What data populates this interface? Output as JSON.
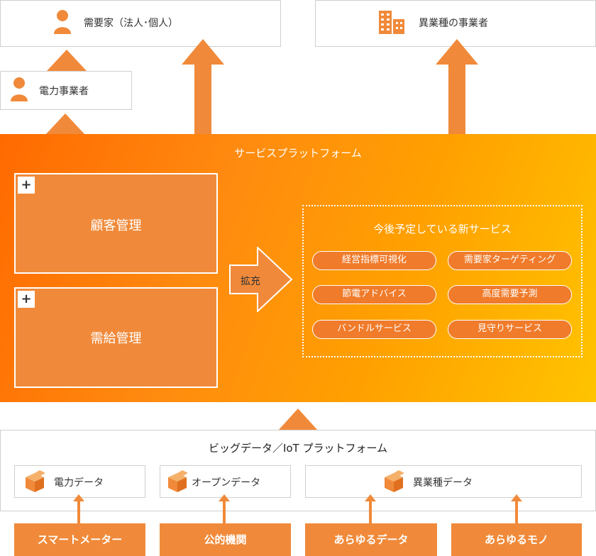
{
  "colors": {
    "orange": "#f08a3a",
    "gradient_start": "#ff6a00",
    "gradient_end": "#ffc400",
    "border": "#cfcfcf"
  },
  "top": {
    "consumer_label": "需要家（法人･個人）",
    "consumer_icon": "person-icon",
    "other_industry_label": "異業種の事業者",
    "other_industry_icon": "building-icon",
    "utility_label": "電力事業者",
    "utility_icon": "person-icon"
  },
  "platform": {
    "title": "サービスプラットフォーム",
    "functions": [
      {
        "label": "顧客管理"
      },
      {
        "label": "需給管理"
      }
    ],
    "expand_label": "拡充",
    "future": {
      "title": "今後予定している新サービス",
      "services": [
        "経営指標可視化",
        "需要家ターゲティング",
        "節電アドバイス",
        "高度需要予測",
        "バンドルサービス",
        "見守りサービス"
      ]
    }
  },
  "bigdata": {
    "title": "ビッグデータ／IoT プラットフォーム",
    "data_sources": [
      {
        "label": "電力データ",
        "icon": "box-icon"
      },
      {
        "label": "オープンデータ",
        "icon": "box-icon"
      },
      {
        "label": "異業種データ",
        "icon": "box-icon"
      }
    ]
  },
  "sources": [
    "スマートメーター",
    "公的機関",
    "あらゆるデータ",
    "あらゆるモノ"
  ]
}
